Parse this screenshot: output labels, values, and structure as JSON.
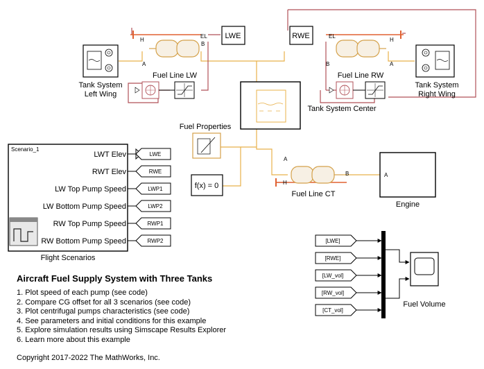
{
  "blocks": {
    "tank_left": {
      "label_line1": "Tank System",
      "label_line2": "Left Wing"
    },
    "tank_right": {
      "label_line1": "Tank System",
      "label_line2": "Right Wing"
    },
    "tank_center": {
      "label": "Tank System Center"
    },
    "fuel_line_lw": {
      "label": "Fuel Line LW",
      "port_a": "A",
      "port_b": "B",
      "port_h": "H",
      "port_el": "EL"
    },
    "fuel_line_rw": {
      "label": "Fuel Line RW",
      "port_a": "A",
      "port_b": "B",
      "port_h": "H",
      "port_el": "EL"
    },
    "fuel_line_ct": {
      "label": "Fuel Line CT",
      "port_a": "A",
      "port_b": "B",
      "port_h": "H"
    },
    "lwe_goto": {
      "label": "LWE"
    },
    "rwe_goto": {
      "label": "RWE"
    },
    "fuel_properties": {
      "label": "Fuel Properties"
    },
    "solver": {
      "label": "f(x) = 0"
    },
    "engine": {
      "label": "Engine",
      "port": "A"
    },
    "scenario": {
      "name": "Scenario_1",
      "label": "Flight Scenarios",
      "outputs": [
        "LWT Elev",
        "RWT Elev",
        "LW Top Pump Speed",
        "LW Bottom Pump Speed",
        "RW Top Pump Speed",
        "RW Bottom Pump Speed"
      ],
      "tags": [
        "LWE",
        "RWE",
        "LWP1",
        "LWP2",
        "RWP1",
        "RWP2"
      ]
    },
    "from_tags": [
      "[LWE]",
      "[RWE]",
      "[LW_vol]",
      "[RW_vol]",
      "[CT_vol]"
    ],
    "scope": {
      "label": "Fuel Volume"
    }
  },
  "text": {
    "title": "Aircraft Fuel Supply System with Three Tanks",
    "links": [
      "1. Plot speed of each pump (see code)",
      "2. Compare CG offset for all 3 scenarios (see code)",
      "3. Plot centrifugal pumps characteristics (see code)",
      "4. See parameters and initial conditions for this example",
      "5. Explore simulation results using Simscape Results Explorer",
      "6. Learn more about this example"
    ],
    "copyright": "Copyright 2017-2022 The MathWorks, Inc."
  },
  "colors": {
    "fluid": "#e8b04a",
    "thermal": "#b05058",
    "signal": "#000000",
    "pipe": "#d4a14a",
    "frame": "#000000",
    "spring": "#e06030"
  }
}
